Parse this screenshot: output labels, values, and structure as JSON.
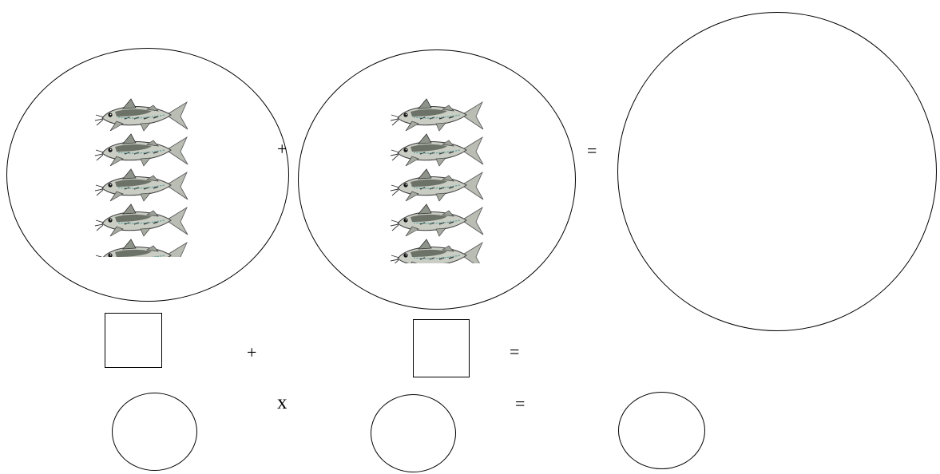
{
  "operators": {
    "plus_top": "+",
    "equals_top": "=",
    "plus_mid": "+",
    "equals_mid": "=",
    "times_bottom": "x",
    "equals_bottom": "="
  },
  "groups": {
    "left_fish_count": 5,
    "middle_fish_count": 5,
    "result_fish_count": 0
  },
  "icons": {
    "fish": "catfish-icon"
  }
}
